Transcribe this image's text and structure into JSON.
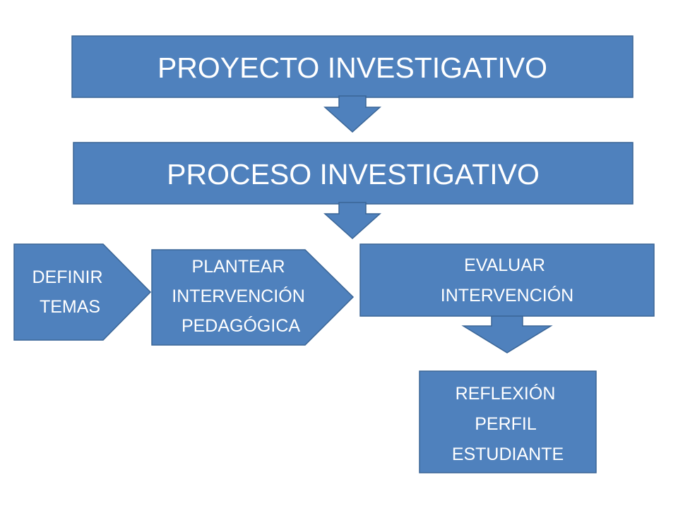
{
  "diagram": {
    "proyecto_box": {
      "label": "PROYECTO INVESTIGATIVO"
    },
    "proceso_box": {
      "label": "PROCESO INVESTIGATIVO"
    },
    "definir_step": {
      "lines": [
        "DEFINIR",
        "TEMAS"
      ]
    },
    "plantear_step": {
      "lines": [
        "PLANTEAR",
        "INTERVENCIÓN",
        "PEDAGÓGICA"
      ]
    },
    "evaluar_box": {
      "lines": [
        "EVALUAR",
        "INTERVENCIÓN"
      ]
    },
    "reflexion_box": {
      "lines": [
        "REFLEXIÓN",
        "PERFIL",
        "ESTUDIANTE"
      ]
    },
    "colors": {
      "fill": "#4F81BD",
      "stroke": "#3A6596",
      "text": "#FFFFFF"
    }
  }
}
